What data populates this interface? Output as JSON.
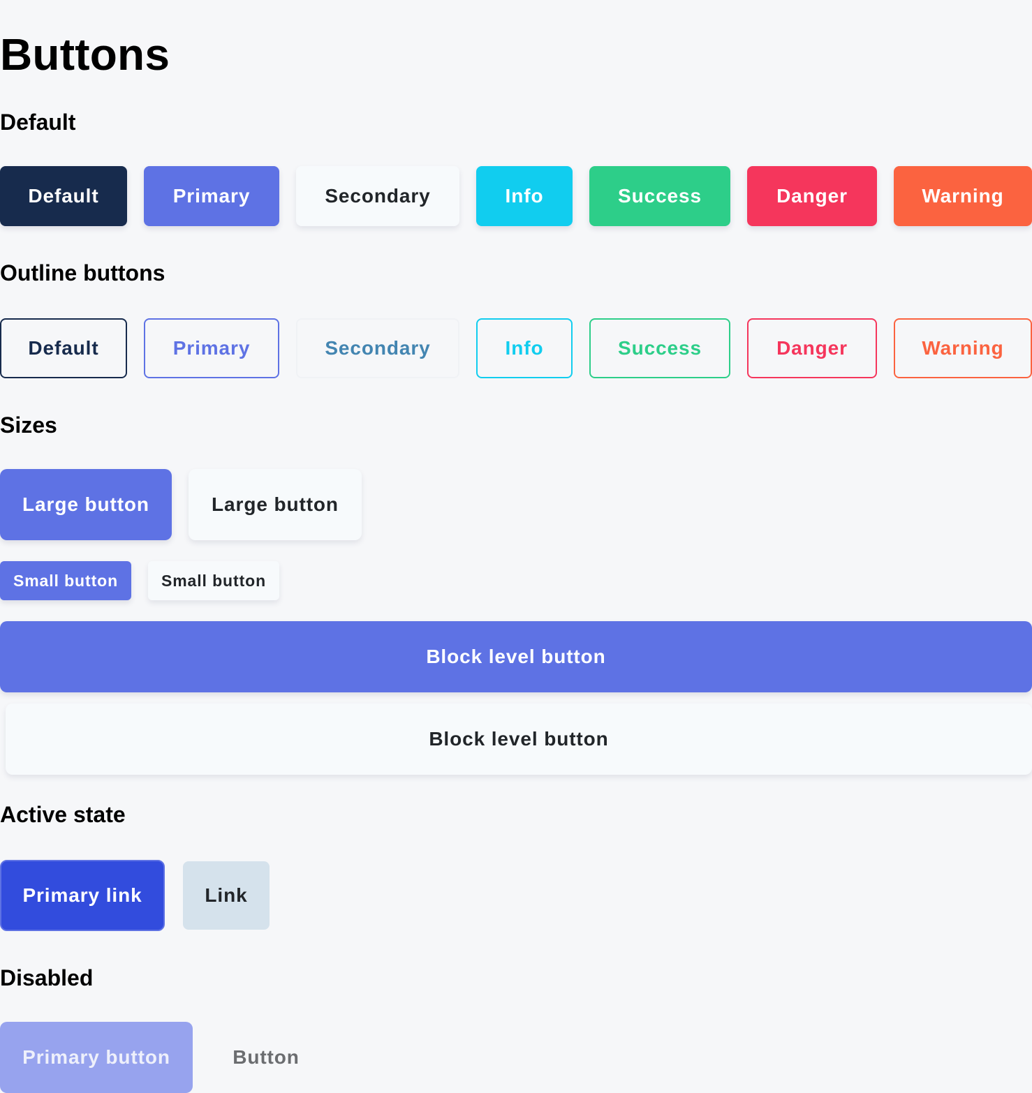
{
  "page": {
    "title": "Buttons"
  },
  "sections": {
    "default": "Default",
    "outline": "Outline buttons",
    "sizes": "Sizes",
    "active": "Active state",
    "disabled": "Disabled"
  },
  "default_buttons": {
    "default": "Default",
    "primary": "Primary",
    "secondary": "Secondary",
    "info": "Info",
    "success": "Success",
    "danger": "Danger",
    "warning": "Warning"
  },
  "outline_buttons": {
    "default": "Default",
    "primary": "Primary",
    "secondary": "Secondary",
    "info": "Info",
    "success": "Success",
    "danger": "Danger",
    "warning": "Warning"
  },
  "size_buttons": {
    "large_primary": "Large button",
    "large_secondary": "Large button",
    "small_primary": "Small button",
    "small_secondary": "Small button",
    "block_primary": "Block level button",
    "block_secondary": "Block level button"
  },
  "active_buttons": {
    "primary_link": "Primary link",
    "link": "Link"
  },
  "disabled_buttons": {
    "primary": "Primary button",
    "button": "Button"
  },
  "colors": {
    "default": "#172b4d",
    "primary": "#5e72e4",
    "secondary": "#f7fafc",
    "info": "#11cdef",
    "success": "#2dce89",
    "danger": "#f5365c",
    "warning": "#fb6340",
    "background": "#f6f7f9"
  }
}
